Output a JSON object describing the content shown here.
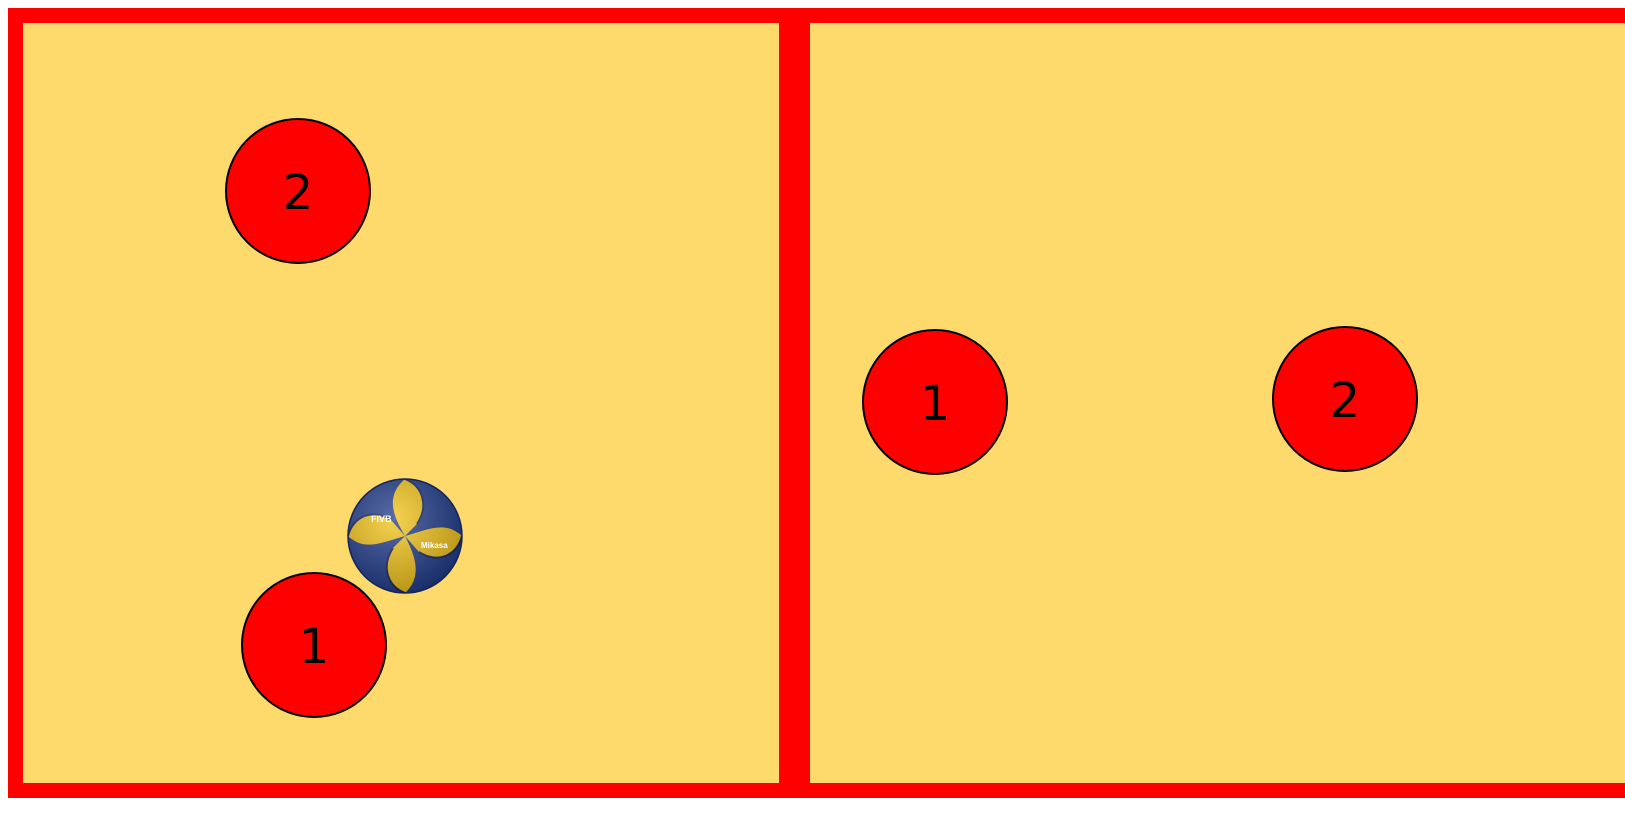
{
  "court": {
    "surface_color": "#fdda6b",
    "line_color": "#ff0000"
  },
  "players": {
    "left_2": {
      "number": "2"
    },
    "left_1": {
      "number": "1"
    },
    "right_1": {
      "number": "1"
    },
    "right_2": {
      "number": "2"
    }
  },
  "ball": {
    "icon": "volleyball-icon",
    "brand_text": "Mikasa",
    "badge_text": "FIVB"
  },
  "colors": {
    "player_fill": "#ff0000",
    "player_outline": "#000000",
    "ball_blue": "#1f3a8a",
    "ball_yellow": "#f2c318"
  }
}
